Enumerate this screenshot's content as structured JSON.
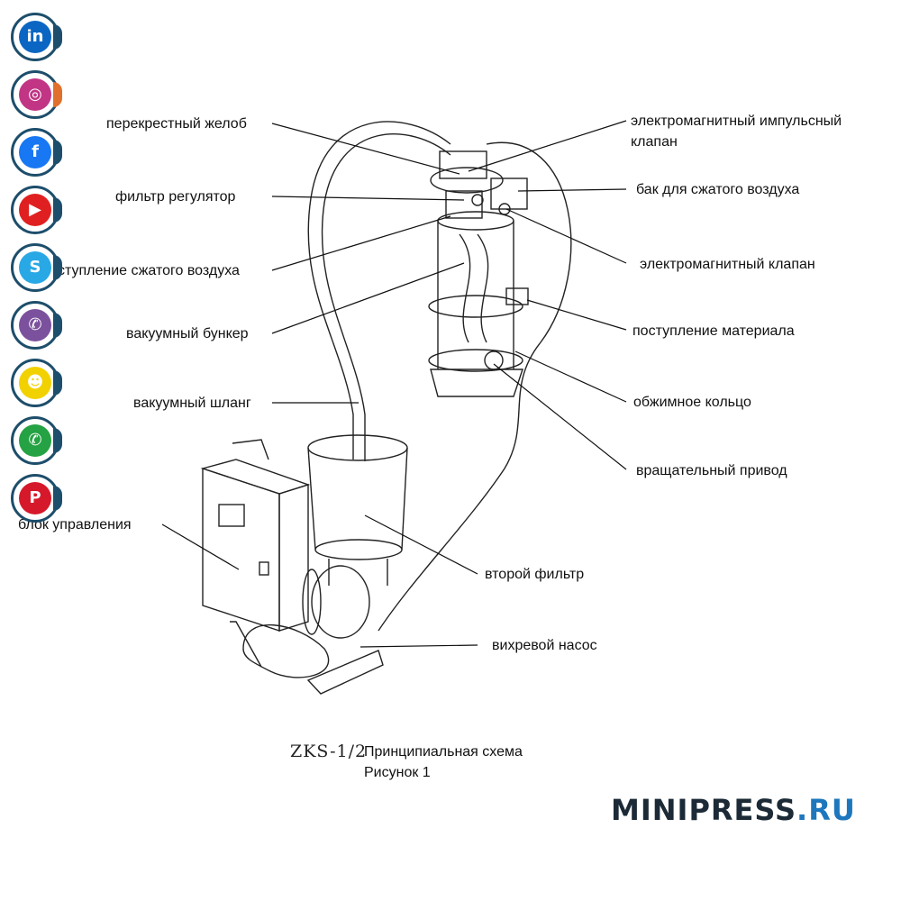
{
  "labels_left": [
    "перекрестный желоб",
    "фильтр регулятор",
    "ступление сжатого воздуха",
    "вакуумный бункер",
    "вакуумный шланг",
    "блок управления"
  ],
  "labels_right": [
    "электромагнитный импульсный",
    "клапан",
    "бак для сжатого воздуха",
    "электромагнитный клапан",
    "поступление материала",
    "обжимное кольцо",
    "вращательный привод",
    "второй фильтр",
    "вихревой насос"
  ],
  "caption": {
    "model": "ZKS-1/2",
    "title": "Принципиальная схема",
    "figure": "Рисунок 1"
  },
  "brand": {
    "name": "MINIPRESS",
    "suffix": ".RU",
    "name_color": "#1b2a36",
    "suffix_color": "#1e77bd"
  },
  "social": [
    {
      "name": "linkedin",
      "glyph": "in",
      "color": "#0a66c2",
      "tab": "#1d4e6b"
    },
    {
      "name": "instagram",
      "glyph": "◎",
      "color": "#c13584",
      "tab": "#e0702b"
    },
    {
      "name": "facebook",
      "glyph": "f",
      "color": "#1877f2",
      "tab": "#1d4e6b"
    },
    {
      "name": "youtube",
      "glyph": "▶",
      "color": "#e02020",
      "tab": "#1d4e6b"
    },
    {
      "name": "skype",
      "glyph": "S",
      "color": "#29a8e6",
      "tab": "#1d4e6b"
    },
    {
      "name": "viber",
      "glyph": "✆",
      "color": "#7b519d",
      "tab": "#1d4e6b"
    },
    {
      "name": "snapchat",
      "glyph": "☻",
      "color": "#f2d100",
      "tab": "#1d4e6b"
    },
    {
      "name": "whatsapp",
      "glyph": "✆",
      "color": "#25a243",
      "tab": "#1d4e6b"
    },
    {
      "name": "pinterest",
      "glyph": "P",
      "color": "#d6182b",
      "tab": "#1d4e6b"
    }
  ]
}
